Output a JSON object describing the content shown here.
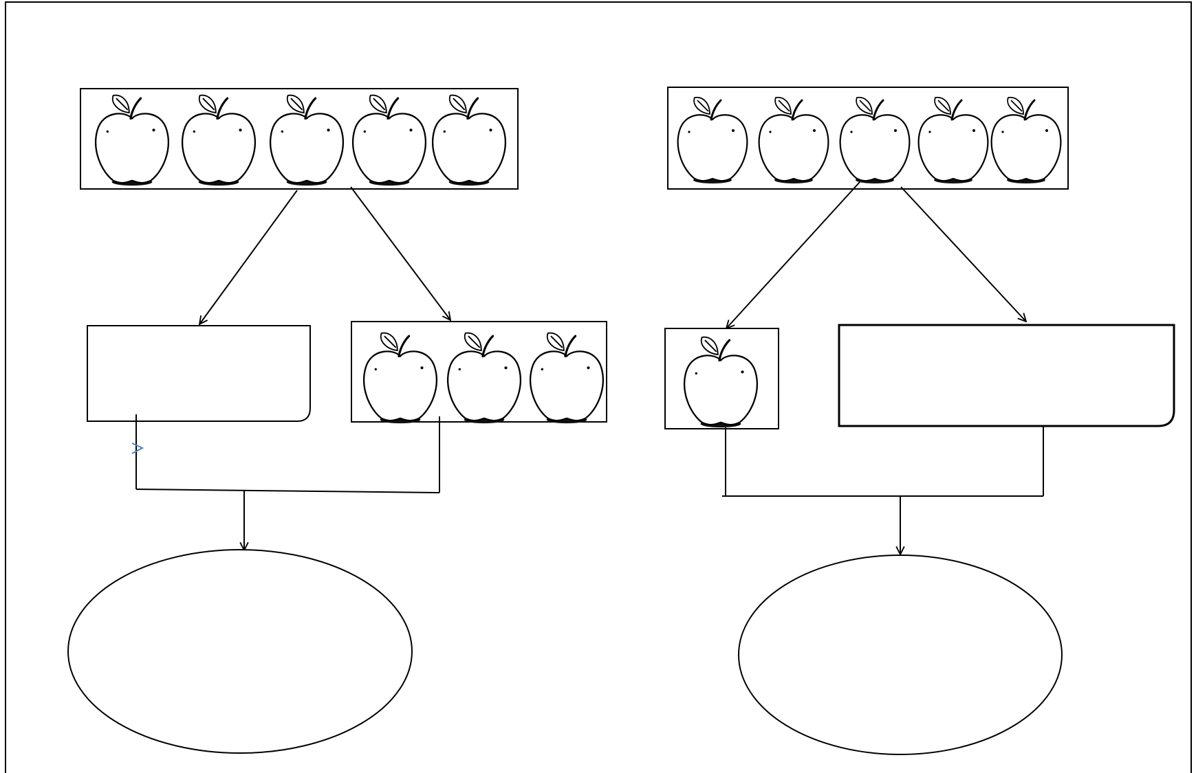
{
  "diagram": {
    "left_group": {
      "whole_apples": 5,
      "known_part_apples": 3,
      "unknown_part": "",
      "total": ""
    },
    "right_group": {
      "whole_apples": 5,
      "known_part_apples": 1,
      "unknown_part": "",
      "total": ""
    }
  },
  "colors": {
    "stroke": "#000000",
    "background": "#ffffff",
    "cursor_mark": "#4a86c5"
  },
  "icons": [
    "apple-icon",
    "arrow-head-icon"
  ]
}
